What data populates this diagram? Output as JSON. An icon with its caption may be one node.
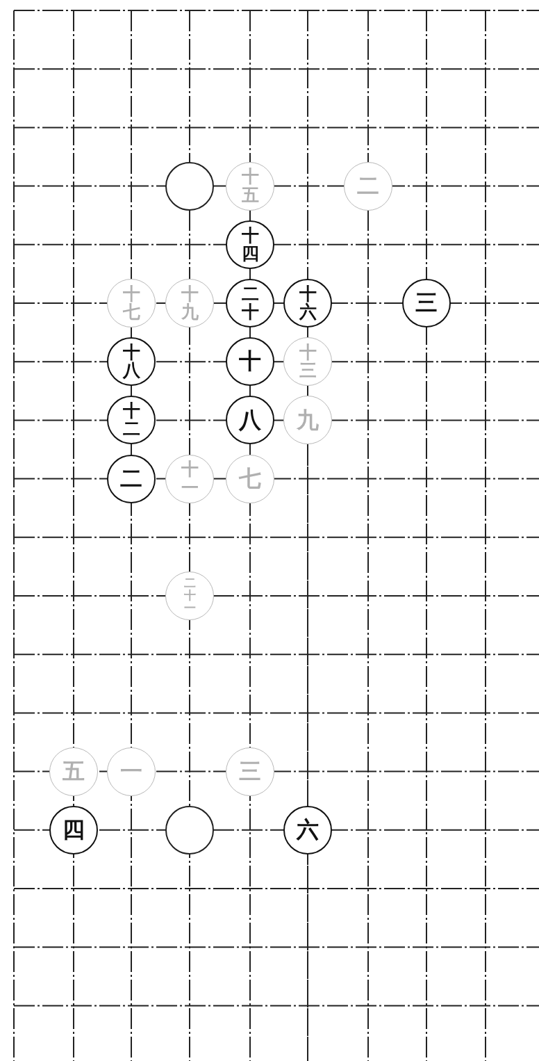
{
  "diagram": {
    "nodes": [
      {
        "text": [],
        "shape": "circle"
      },
      {
        "text": [
          "十五"
        ]
      },
      {
        "text": [
          "二"
        ]
      },
      {
        "text": [
          "十四"
        ]
      },
      {
        "text": [
          "十七"
        ]
      },
      {
        "text": [
          "十九"
        ]
      },
      {
        "text": [
          "二十"
        ]
      },
      {
        "text": [
          "十六"
        ]
      },
      {
        "text": [
          "三"
        ]
      },
      {
        "text": [
          "十八"
        ]
      },
      {
        "text": [
          "十"
        ]
      },
      {
        "text": [
          "十三"
        ]
      },
      {
        "text": [
          "十二"
        ]
      },
      {
        "text": [
          "八"
        ]
      },
      {
        "text": [
          "九"
        ]
      },
      {
        "text": [
          "二"
        ]
      },
      {
        "text": [
          "十一"
        ]
      },
      {
        "text": [
          "七"
        ]
      },
      {
        "text": [
          "二十一"
        ]
      },
      {
        "text": [
          "五"
        ]
      },
      {
        "text": [
          "一"
        ]
      },
      {
        "text": [
          "三"
        ]
      },
      {
        "text": [
          "四"
        ]
      },
      {
        "text": [],
        "shape": "circle"
      },
      {
        "text": [
          "六"
        ]
      }
    ]
  }
}
